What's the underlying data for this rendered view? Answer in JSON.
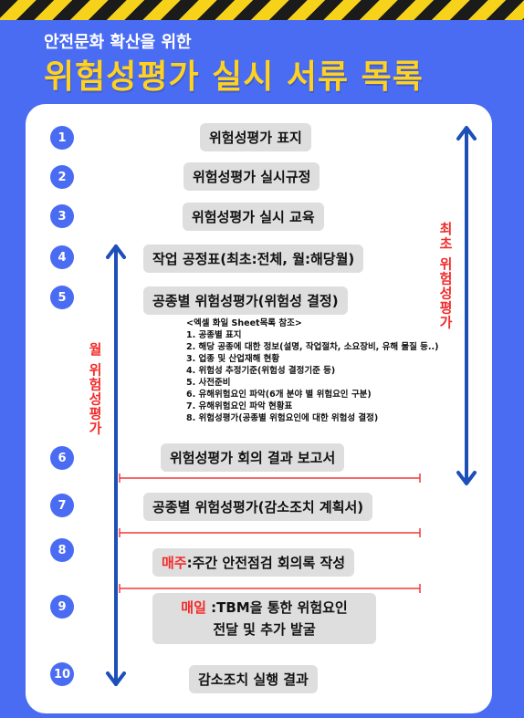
{
  "header": {
    "subtitle": "안전문화 확산을 위한",
    "title": "위험성평가 실시 서류 목록"
  },
  "items": [
    {
      "num": "1",
      "text": "위험성평가 표지"
    },
    {
      "num": "2",
      "text": "위험성평가 실시규정"
    },
    {
      "num": "3",
      "text": "위험성평가 실시 교육"
    },
    {
      "num": "4",
      "text": "작업 공정표(최초:전체, 월:해당월)"
    },
    {
      "num": "5",
      "text": "공종별 위험성평가(위험성 결정)"
    },
    {
      "num": "6",
      "text": "위험성평가 회의 결과 보고서"
    },
    {
      "num": "7",
      "text": "공종별 위험성평가(감소조치 계획서)"
    },
    {
      "num": "8",
      "highlight": "매주",
      "text": ":주간 안전점검 회의록 작성"
    },
    {
      "num": "9",
      "highlight": "매일",
      "text": " :TBM을 통한 위험요인",
      "text2": "전달 및 추가 발굴"
    },
    {
      "num": "10",
      "text": "감소조치 실행 결과"
    }
  ],
  "excel_note": {
    "heading": "<엑셀 화일 Sheet목록 참조>",
    "lines": [
      "1. 공종별 표지",
      "2. 해당 공종에 대한 정보(설명, 작업절차, 소요장비, 유해 물질 등..)",
      "3. 업종 및 산업재해 현황",
      "4. 위험성 추정기준(위험성 결정기준 등)",
      "5. 사전준비",
      "6. 유해위험요인 파악(6개 분야 별 위험요인 구분)",
      "7. 유해위험요인 파악 현황표",
      "8. 위험성평가(공종별 위험요인에 대한 위험성 결정)"
    ]
  },
  "side_labels": {
    "initial": "최초 위험성평가",
    "monthly": "월 위험성평가"
  },
  "colors": {
    "background": "#4a6cf2",
    "title": "#ffd21f",
    "accent_red": "#f22b2b",
    "arrow_blue": "#1d4fb8"
  }
}
